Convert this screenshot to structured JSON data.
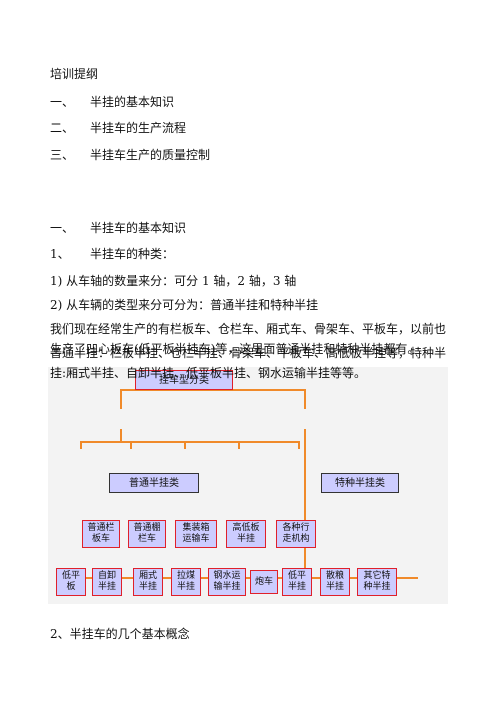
{
  "outline_title": "培训提纲",
  "outline": [
    {
      "num": "一、",
      "text": "半挂的基本知识"
    },
    {
      "num": "二、",
      "text": "半挂车的生产流程"
    },
    {
      "num": "三、",
      "text": "半挂车生产的质量控制"
    }
  ],
  "section1": {
    "num": "一、",
    "title": "半挂车的基本知识"
  },
  "sub1": {
    "num": "1、",
    "title": "半挂车的种类："
  },
  "item1": "1)  从车轴的数量来分：可分 1 轴，2 轴，3 轴",
  "item2": "2)  从车辆的类型来分可分为：普通半挂和特种半挂",
  "para1": "我们现在经常生产的有栏板车、仓栏车、厢式车、骨架车、平板车，以前也生产了凹心板车(低平板半挂车)等，这里面普通半挂和特种半挂都有。",
  "para2": "普通半挂：栏板半挂、仓栏半挂、骨架车、平板车、高低板半挂等，特种半挂:厢式半挂、自卸半挂、低平板半挂、钢水运输半挂等等。",
  "diagram": {
    "root": "挂车型分类",
    "normal": "普通半挂类",
    "special": "特种半挂类",
    "normal_children": [
      "普通栏\n板车",
      "普通棚\n栏车",
      "集装箱\n运输车",
      "高低板\n半挂",
      "各种行\n走机构"
    ],
    "special_children": [
      "低平\n板",
      "自卸\n半挂",
      "厢式\n半挂",
      "拉煤\n半挂",
      "钢水运\n输半挂",
      "炮车",
      "低平\n半挂",
      "散粮\n半挂",
      "其它特\n种半挂"
    ]
  },
  "sub2": "2、半挂车的几个基本概念"
}
